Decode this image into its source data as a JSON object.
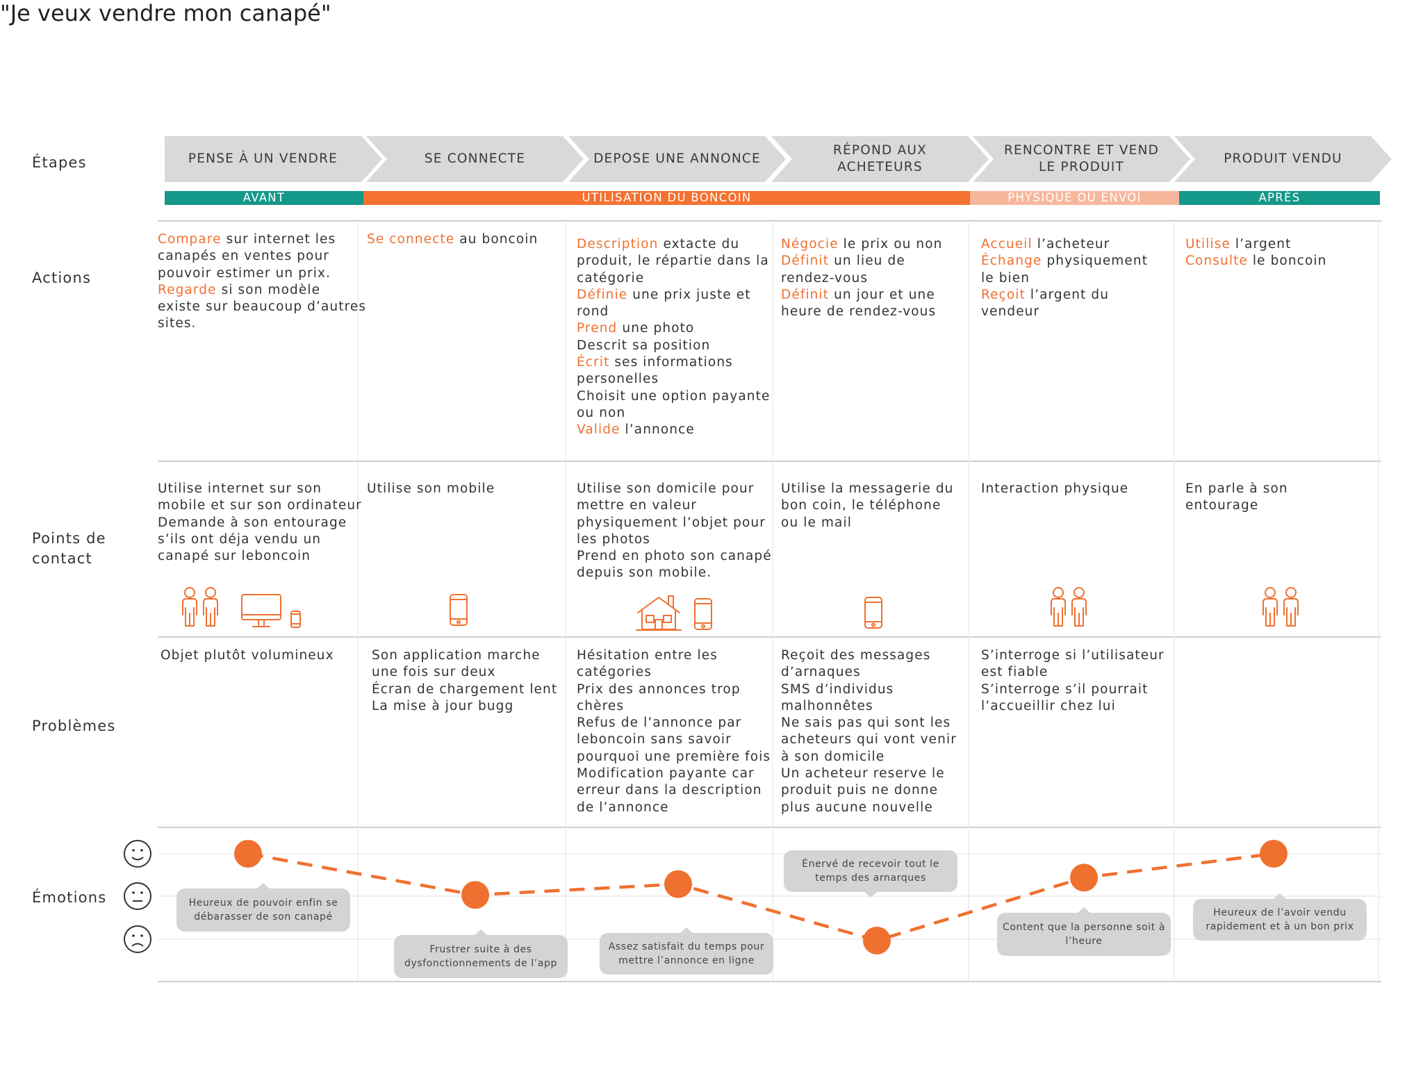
{
  "title": "\"Je veux vendre mon canapé\"",
  "row_labels": {
    "etapes": "Étapes",
    "actions": "Actions",
    "points_contact_1": "Points de",
    "points_contact_2": "contact",
    "problemes": "Problèmes",
    "emotions": "Émotions"
  },
  "stages": [
    {
      "line1": "PENSE À UN VENDRE",
      "line2": ""
    },
    {
      "line1": "SE CONNECTE",
      "line2": ""
    },
    {
      "line1": "DEPOSE UNE ANNONCE",
      "line2": ""
    },
    {
      "line1": "RÉPOND AUX",
      "line2": "ACHETEURS"
    },
    {
      "line1": "RENCONTRE ET VEND",
      "line2": "LE PRODUIT"
    },
    {
      "line1": "PRODUIT VENDU",
      "line2": ""
    }
  ],
  "phases": [
    {
      "label": "AVANT",
      "color": "#14988a"
    },
    {
      "label": "UTILISATION DU BONCOIN",
      "color": "#f47130"
    },
    {
      "label": "PHYSIQUE OU ENVOI",
      "color": "#f8b79c"
    },
    {
      "label": "APRÈS",
      "color": "#14988a"
    }
  ],
  "colors": {
    "accent": "#f07030",
    "arrow": "#d9d9d9",
    "bubble": "#d4d4d4",
    "grid": "#d6d6d6"
  },
  "actions": [
    [
      {
        "verb": "Compare",
        "rest": " sur internet les"
      },
      {
        "verb": "",
        "rest": "canapés en ventes pour"
      },
      {
        "verb": "",
        "rest": "pouvoir estimer un prix."
      },
      {
        "verb": "Regarde",
        "rest": " si son modèle"
      },
      {
        "verb": "",
        "rest": "existe sur beaucoup d’autres"
      },
      {
        "verb": "",
        "rest": "sites."
      }
    ],
    [
      {
        "verb": "Se connecte",
        "rest": " au boncoin"
      }
    ],
    [
      {
        "verb": "Description",
        "rest": " extacte du"
      },
      {
        "verb": "",
        "rest": "produit, le répartie dans la"
      },
      {
        "verb": "",
        "rest": "catégorie"
      },
      {
        "verb": "Définie",
        "rest": " une prix juste et"
      },
      {
        "verb": "",
        "rest": "rond"
      },
      {
        "verb": "Prend",
        "rest": " une photo"
      },
      {
        "verb": "",
        "rest": "Descrit sa position"
      },
      {
        "verb": "Écrit",
        "rest": " ses informations"
      },
      {
        "verb": "",
        "rest": "personelles"
      },
      {
        "verb": "",
        "rest": "Choisit une option payante"
      },
      {
        "verb": "",
        "rest": "ou non"
      },
      {
        "verb": "Valide",
        "rest": " l’annonce"
      }
    ],
    [
      {
        "verb": "Négocie",
        "rest": " le prix ou non"
      },
      {
        "verb": "Définit",
        "rest": " un lieu de"
      },
      {
        "verb": "",
        "rest": "rendez-vous"
      },
      {
        "verb": "Définit",
        "rest": " un jour et une"
      },
      {
        "verb": "",
        "rest": "heure de rendez-vous"
      }
    ],
    [
      {
        "verb": "Accueil",
        "rest": " l’acheteur"
      },
      {
        "verb": "Échange",
        "rest": " physiquement"
      },
      {
        "verb": "",
        "rest": "le bien"
      },
      {
        "verb": "Reçoit",
        "rest": " l’argent du"
      },
      {
        "verb": "",
        "rest": "vendeur"
      }
    ],
    [
      {
        "verb": "Utilise",
        "rest": " l’argent"
      },
      {
        "verb": "Consulte",
        "rest": " le boncoin"
      }
    ]
  ],
  "contacts": [
    [
      "Utilise internet sur son",
      "mobile et sur son ordinateur",
      "Demande à son entourage",
      "s’ils ont déja vendu un",
      "canapé sur leboncoin"
    ],
    [
      "Utilise son mobile"
    ],
    [
      "Utilise son domicile pour",
      "mettre en valeur",
      "physiquement l’objet pour",
      "les photos",
      "Prend en photo son canapé",
      "depuis son mobile."
    ],
    [
      "Utilise la messagerie du",
      "bon coin, le téléphone",
      "ou le mail"
    ],
    [
      "Interaction physique"
    ],
    [
      "En parle à son",
      "entourage"
    ]
  ],
  "contact_icons": [
    [
      "people-icon",
      "monitor-icon",
      "phone-icon"
    ],
    [
      "phone-icon"
    ],
    [
      "house-icon",
      "phone-icon"
    ],
    [
      "phone-icon"
    ],
    [
      "people-icon"
    ],
    [
      "people-icon"
    ]
  ],
  "problems": [
    [
      "Objet plutôt volumineux"
    ],
    [
      "Son application marche",
      "une fois sur deux",
      "Écran de chargement lent",
      "La mise à jour bugg"
    ],
    [
      "Hésitation entre les",
      "catégories",
      "Prix des annonces trop",
      "chères",
      "Refus de l’annonce par",
      "leboncoin sans savoir",
      "pourquoi une première fois",
      "Modification payante car",
      "erreur dans la description",
      "de l’annonce"
    ],
    [
      "Reçoit des messages",
      "d’arnaques",
      "SMS d’individus",
      "malhonnêtes",
      "Ne sais pas qui sont les",
      "acheteurs qui vont venir",
      "à son domicile",
      "Un acheteur reserve le",
      "produit puis ne donne",
      "plus aucune nouvelle"
    ],
    [
      "S’interroge si l’utilisateur",
      "est fiable",
      "S’interroge s’il pourrait",
      "l’accueillir chez lui"
    ],
    []
  ],
  "emotion_faces": [
    "happy-face-icon",
    "neutral-face-icon",
    "sad-face-icon"
  ],
  "chart_data": {
    "type": "line",
    "categories": [
      "PENSE À UN VENDRE",
      "SE CONNECTE",
      "DEPOSE UNE ANNONCE",
      "RÉPOND AUX ACHETEURS",
      "RENCONTRE ET VEND LE PRODUIT",
      "PRODUIT VENDU"
    ],
    "scale": [
      "sad",
      "neutral",
      "happy"
    ],
    "ylim": [
      0,
      2
    ],
    "values": [
      2.0,
      1.05,
      1.3,
      0.0,
      1.45,
      2.0
    ],
    "annotations": [
      [
        "Heureux de pouvoir enfin se",
        "débarasser de son canapé"
      ],
      [
        "Frustrer suite à des",
        "dysfonctionnements de l’app"
      ],
      [
        "Assez satisfait du temps pour",
        "mettre l’annonce en ligne"
      ],
      [
        "Énervé de recevoir tout le",
        "temps des arnarques"
      ],
      [
        "Content que la personne soit à",
        "l’heure"
      ],
      [
        "Heureux de l’avoir vendu",
        "rapidement et à un bon prix"
      ]
    ]
  }
}
